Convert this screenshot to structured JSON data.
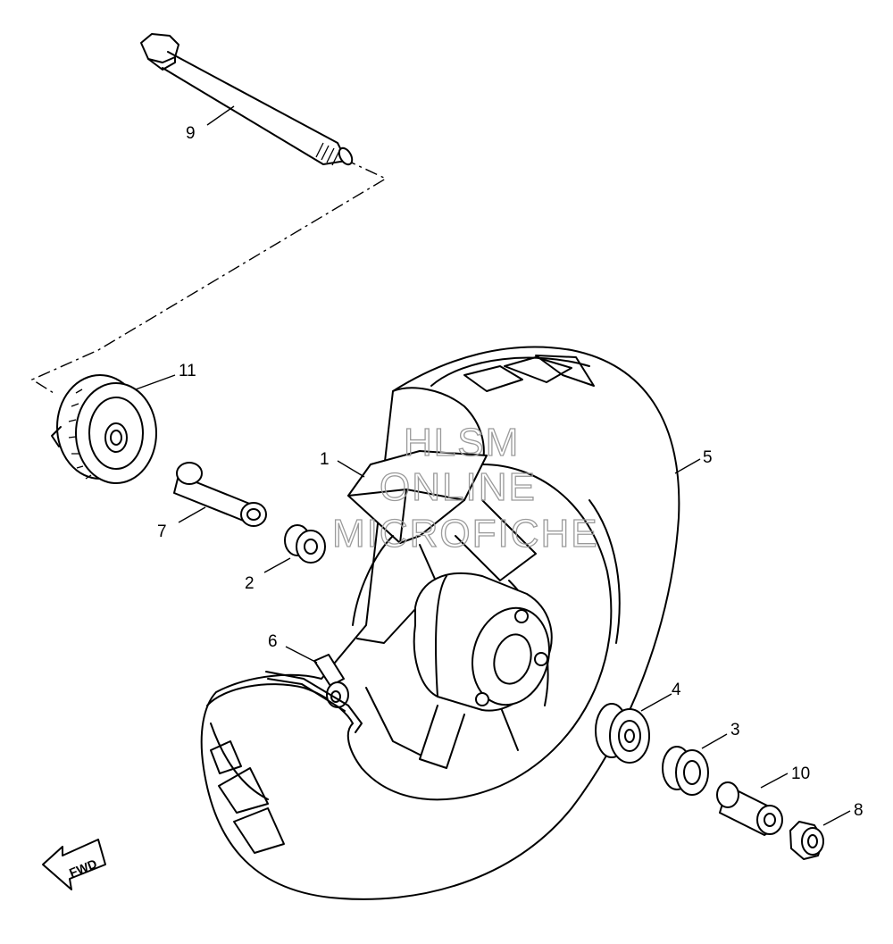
{
  "watermark": {
    "line1": "HLSM",
    "line2": "ONLINE",
    "line3": "MICROFICHE"
  },
  "direction": {
    "label": "FWD"
  },
  "callouts": [
    "1",
    "2",
    "3",
    "4",
    "5",
    "6",
    "7",
    "8",
    "9",
    "10",
    "11"
  ],
  "colors": {
    "ink": "#000000",
    "paper": "#ffffff",
    "watermark": "#9a9a9a"
  }
}
